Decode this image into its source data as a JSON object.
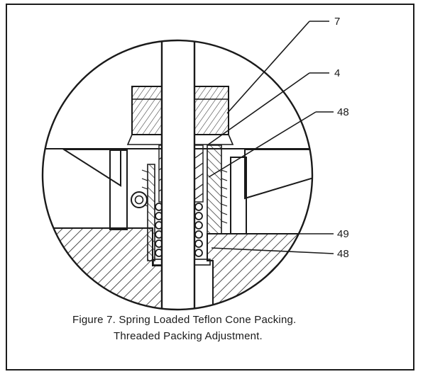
{
  "callouts": [
    {
      "id": "c7",
      "text": "7"
    },
    {
      "id": "c4",
      "text": "4"
    },
    {
      "id": "c48a",
      "text": "48"
    },
    {
      "id": "c49",
      "text": "49"
    },
    {
      "id": "c48b",
      "text": "48"
    }
  ],
  "caption": {
    "line1": "Figure 7.  Spring Loaded Teflon Cone Packing.",
    "line2": "Threaded Packing Adjustment."
  },
  "colors": {
    "ink": "#1a1a1a",
    "paper": "#ffffff"
  }
}
